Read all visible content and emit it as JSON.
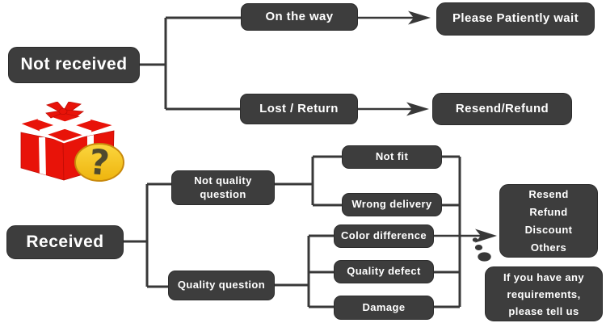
{
  "colors": {
    "box_fill": "#3d3d3d",
    "line": "#383838",
    "text": "#ffffff",
    "gift_red": "#e81309",
    "gift_red_dark": "#c00d06",
    "badge_fill": "#f5c01e",
    "badge_border": "#c8890c",
    "question_color": "#4f4a2e",
    "bg": "#ffffff"
  },
  "nodes": {
    "not_received": {
      "label": "Not received"
    },
    "on_the_way": {
      "label": "On the way"
    },
    "please_wait": {
      "label": "Please Patiently wait"
    },
    "lost_return": {
      "label": "Lost / Return"
    },
    "resend_refund": {
      "label": "Resend/Refund"
    },
    "received": {
      "label": "Received"
    },
    "not_quality": {
      "lines": [
        "Not quality",
        "question"
      ]
    },
    "quality_question": {
      "label": "Quality question"
    },
    "not_fit": {
      "label": "Not fit"
    },
    "wrong_delivery": {
      "label": "Wrong delivery"
    },
    "color_difference": {
      "label": "Color difference"
    },
    "quality_defect": {
      "label": "Quality defect"
    },
    "damage": {
      "label": "Damage"
    },
    "options": {
      "lines": [
        "Resend",
        "Refund",
        "Discount",
        "Others"
      ]
    },
    "requirements": {
      "lines": [
        "If you have any",
        "requirements,",
        "please tell us"
      ]
    }
  },
  "icons": {
    "gift_box": "gift-box-with-question-mark",
    "question_mark": "?"
  }
}
